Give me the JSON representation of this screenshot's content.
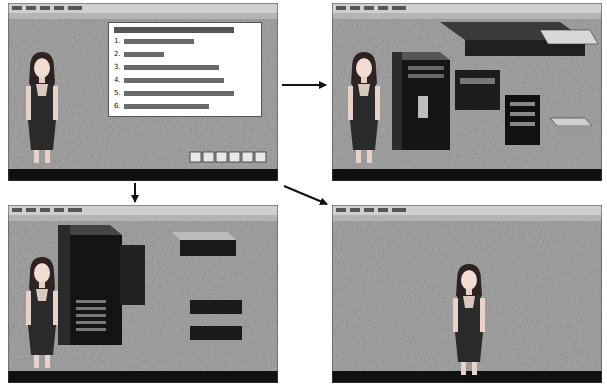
{
  "diagram": {
    "nodes": [
      {
        "text": [
          "1.",
          "2.",
          "3.",
          "4.",
          "5.",
          "6."
        ]
      }
    ]
  }
}
